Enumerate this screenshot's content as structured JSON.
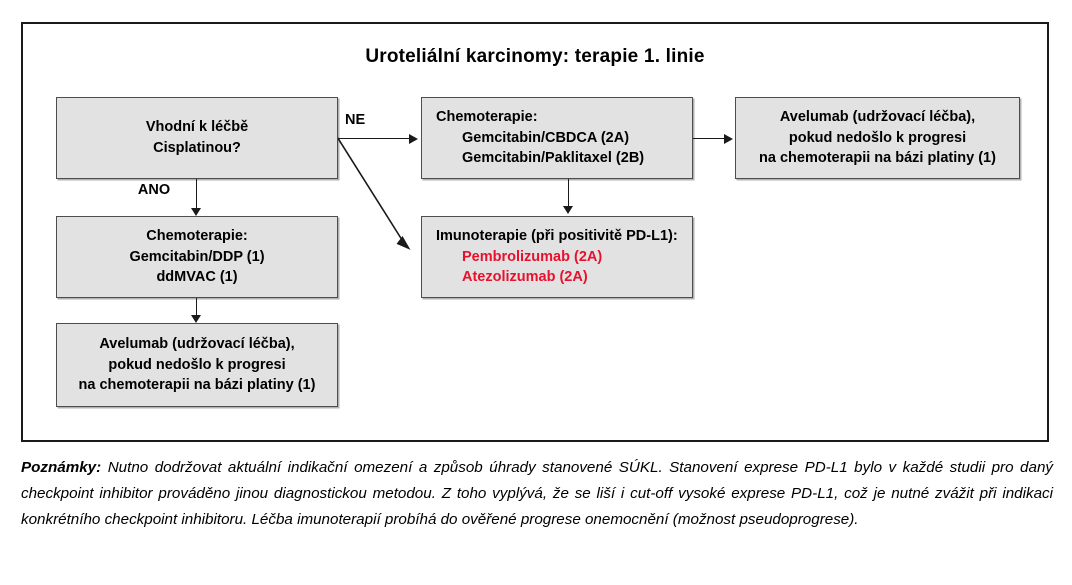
{
  "diagram": {
    "title": "Uroteliální karcinomy: terapie 1. linie",
    "boxes": {
      "decision": {
        "line1": "Vhodní k léčbě",
        "line2": "Cisplatinou?"
      },
      "chemo_ddp": {
        "line1": "Chemoterapie:",
        "line2": "Gemcitabin/DDP (1)",
        "line3": "ddMVAC (1)"
      },
      "avelumab_left": {
        "line1": "Avelumab (udržovací léčba),",
        "line2": "pokud nedošlo k progresi",
        "line3": "na chemoterapii na bázi platiny (1)"
      },
      "chemo_alt": {
        "line1": "Chemoterapie:",
        "line2": "Gemcitabin/CBDCA (2A)",
        "line3": "Gemcitabin/Paklitaxel (2B)"
      },
      "immuno": {
        "line1": "Imunoterapie (při positivitě PD-L1):",
        "line2": "Pembrolizumab (2A)",
        "line3": "Atezolizumab (2A)"
      },
      "avelumab_right": {
        "line1": "Avelumab (udržovací léčba),",
        "line2": "pokud nedošlo k progresi",
        "line3": "na chemoterapii na bázi platiny (1)"
      }
    },
    "edge_labels": {
      "yes": "ANO",
      "no": "NE"
    },
    "colors": {
      "box_fill": "#e2e2e2",
      "box_border": "#4d4d4d",
      "frame_border": "#1a1a1a",
      "highlight_text": "#e8112d",
      "text": "#000000"
    }
  },
  "notes": {
    "label": "Poznámky:",
    "body": " Nutno dodržovat aktuální indikační omezení a způsob úhrady stanovené SÚKL. Stanovení exprese PD-L1 bylo v každé studii pro daný checkpoint inhibitor prováděno jinou diagnostickou metodou. Z toho vyplývá, že se liší i cut-off vysoké exprese PD-L1, což je nutné zvážit při indikaci konkrétního checkpoint inhibitoru. Léčba imunoterapií probíhá do ověřené progrese onemocnění (možnost pseudoprogrese)."
  }
}
